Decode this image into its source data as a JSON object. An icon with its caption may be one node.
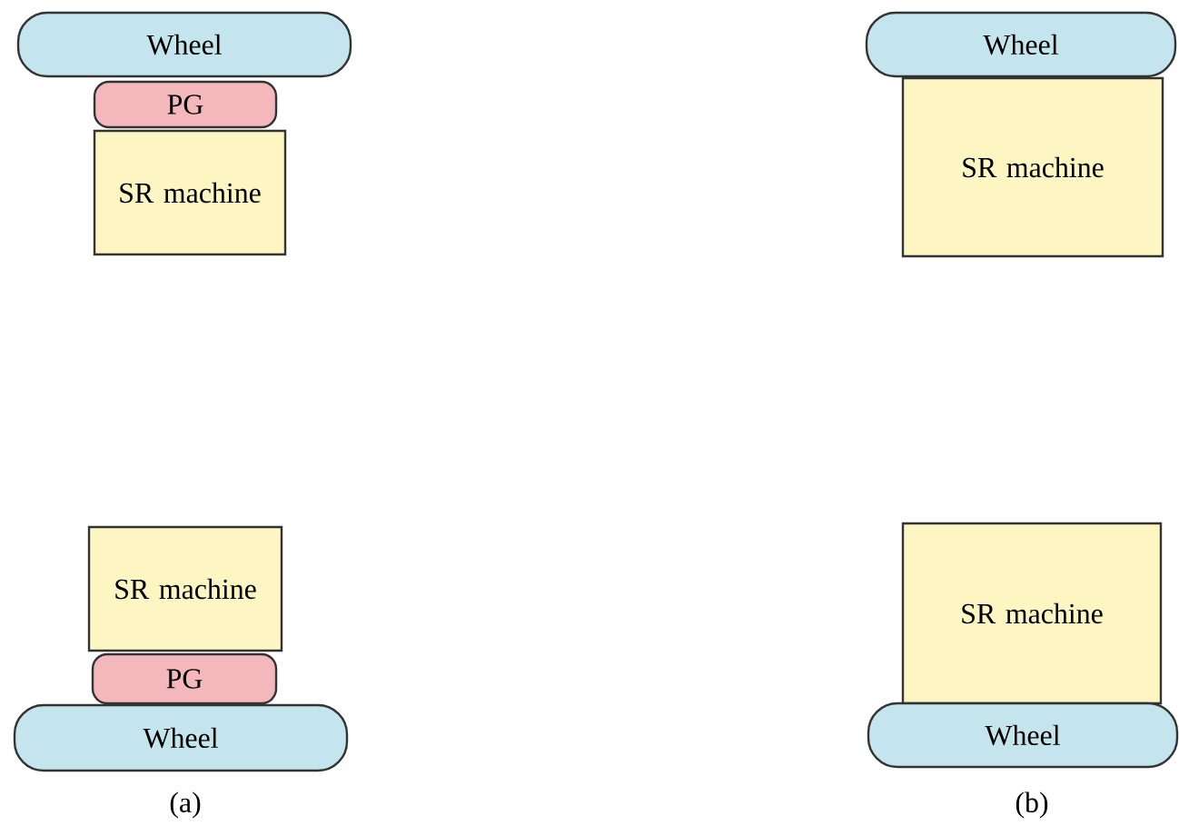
{
  "diagram": {
    "nodes": [
      {
        "text": [
          "Wheel"
        ]
      },
      {
        "text": [
          "PG"
        ]
      },
      {
        "text": [
          "SR machine"
        ]
      },
      {
        "text": [
          "Wheel"
        ]
      },
      {
        "text": [
          "SR machine"
        ]
      },
      {
        "text": [
          "SR machine"
        ]
      },
      {
        "text": [
          "PG"
        ]
      },
      {
        "text": [
          "Wheel"
        ]
      },
      {
        "text": [
          "SR machine"
        ]
      },
      {
        "text": [
          "Wheel"
        ]
      }
    ],
    "labels": [
      "(a)",
      "(b)"
    ]
  }
}
